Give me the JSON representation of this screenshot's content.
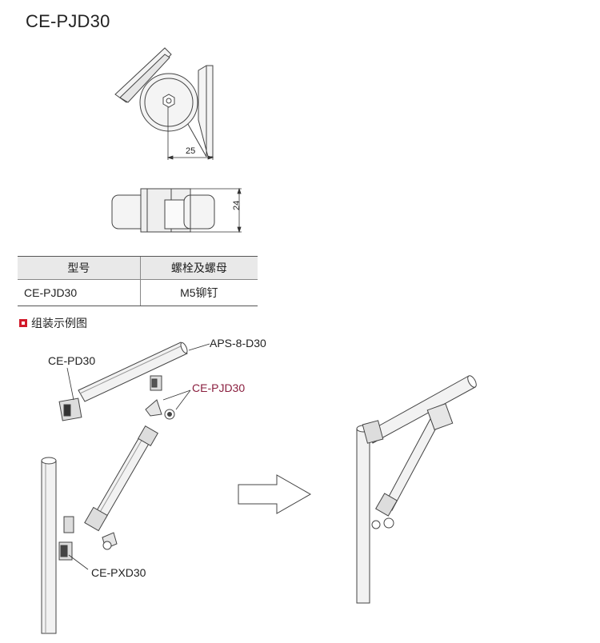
{
  "title": "CE-PJD30",
  "dimensions": {
    "width": "25",
    "height": "24"
  },
  "table": {
    "headers": [
      "型号",
      "螺栓及螺母"
    ],
    "rows": [
      [
        "CE-PJD30",
        "M5铆钉"
      ]
    ]
  },
  "section_title": "组装示例图",
  "callouts": {
    "rod": "APS-8-D30",
    "end_cap": "CE-PD30",
    "joint": "CE-PJD30",
    "base": "CE-PXD30"
  },
  "colors": {
    "accent_red": "#d21a2a",
    "callout_joint": "#8a1f3f"
  }
}
